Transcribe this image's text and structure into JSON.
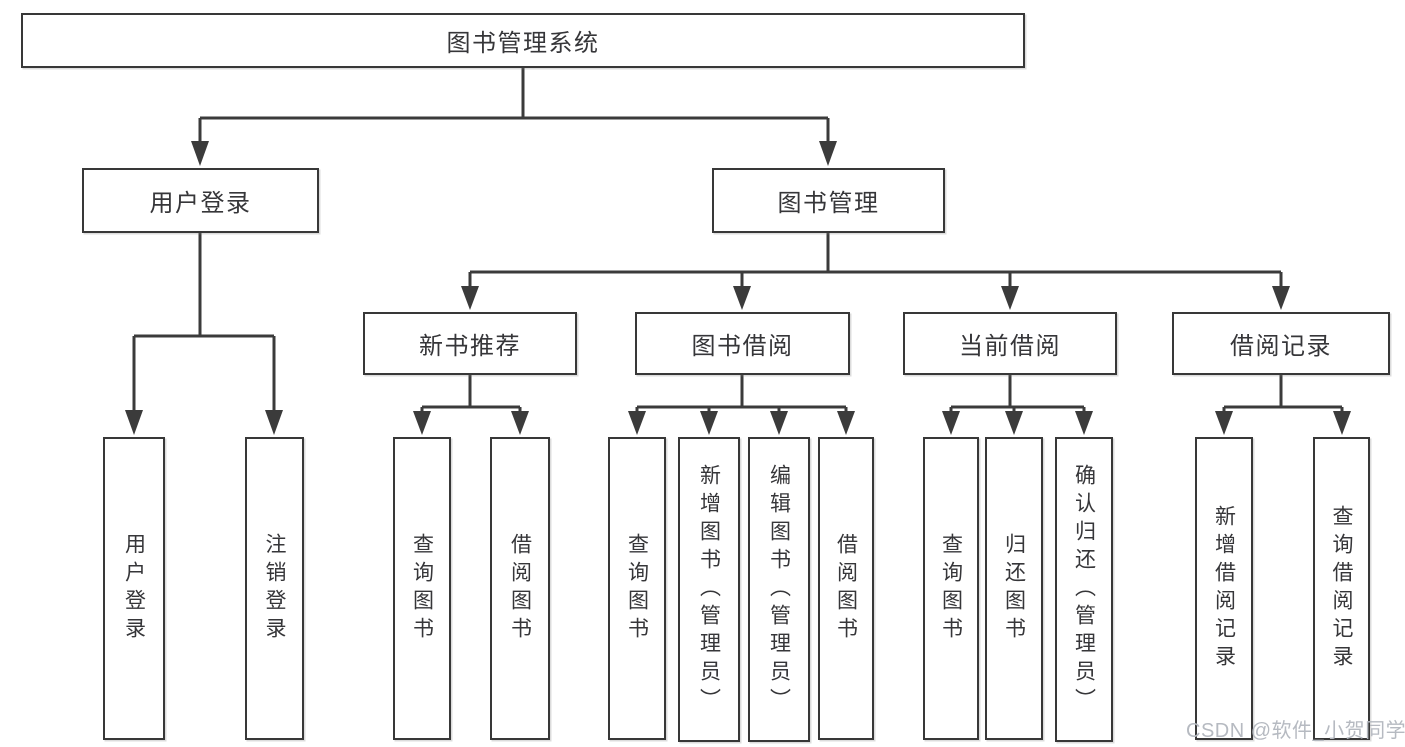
{
  "diagram": {
    "colors": {
      "line": "#3b3b3b",
      "box_border": "#383838",
      "text": "#363639",
      "watermark_text": "#b6bac1",
      "background": "#ffffff"
    },
    "root": {
      "label": "图书管理系统",
      "children": [
        {
          "label": "用户登录",
          "children": [
            {
              "label": "用户登录"
            },
            {
              "label": "注销登录"
            }
          ]
        },
        {
          "label": "图书管理",
          "children": [
            {
              "label": "新书推荐",
              "children": [
                {
                  "label": "查询图书"
                },
                {
                  "label": "借阅图书"
                }
              ]
            },
            {
              "label": "图书借阅",
              "children": [
                {
                  "label": "查询图书"
                },
                {
                  "label": "新增图书（管理员）"
                },
                {
                  "label": "编辑图书（管理员）"
                },
                {
                  "label": "借阅图书"
                }
              ]
            },
            {
              "label": "当前借阅",
              "children": [
                {
                  "label": "查询图书"
                },
                {
                  "label": "归还图书"
                },
                {
                  "label": "确认归还（管理员）"
                }
              ]
            },
            {
              "label": "借阅记录",
              "children": [
                {
                  "label": "新增借阅记录"
                },
                {
                  "label": "查询借阅记录"
                }
              ]
            }
          ]
        }
      ]
    },
    "watermark": "CSDN @软件_小贺同学"
  }
}
